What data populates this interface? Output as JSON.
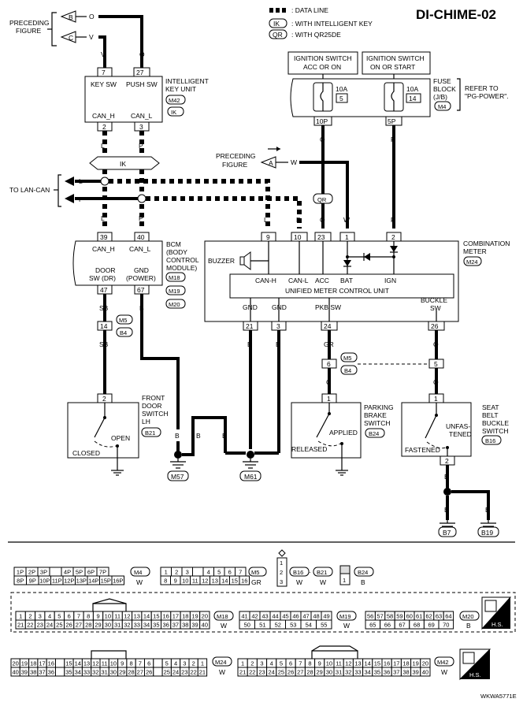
{
  "title": "DI-CHIME-02",
  "legend": {
    "data_line": ": DATA LINE",
    "ik": "IK",
    "ik_text": ": WITH INTELLIGENT KEY",
    "qr": "QR",
    "qr_text": ": WITH QR25DE"
  },
  "preceding_top": {
    "label1": "PRECEDING",
    "label2": "FIGURE",
    "b": "B",
    "b_wire": "O",
    "c": "C",
    "c_wire": "V"
  },
  "iku": {
    "v": "V",
    "o": "O",
    "pin7": "7",
    "pin27": "27",
    "key_sw": "KEY SW",
    "push_sw": "PUSH SW",
    "name1": "INTELLIGENT",
    "name2": "KEY UNIT",
    "conn": "M42",
    "ik": "IK",
    "can_h": "CAN_H",
    "can_l": "CAN_L",
    "pin2": "2",
    "pin3": "3",
    "wire_l": "L",
    "wire_p": "P"
  },
  "lan": {
    "ik": "IK",
    "l": "L",
    "p": "P",
    "to_lan": "TO LAN-CAN",
    "wire_l": "L",
    "wire_p": "P"
  },
  "ign": {
    "acc_1": "IGNITION SWITCH",
    "acc_2": "ACC OR ON",
    "on_1": "IGNITION SWITCH",
    "on_2": "ON OR START",
    "fuse1": "10A",
    "fuse1_no": "5",
    "fuse2": "10A",
    "fuse2_no": "14",
    "fb1": "FUSE",
    "fb2": "BLOCK",
    "fb3": "(J/B)",
    "fb_conn": "M4",
    "refer1": "REFER TO",
    "refer2": "\"PG-POWER\".",
    "pin10p": "10P",
    "pin5p": "5P",
    "wire_o": "O",
    "wire_p": "P",
    "qr": "QR"
  },
  "preceding_mid": {
    "label1": "PRECEDING",
    "label2": "FIGURE",
    "a": "A",
    "w": "W"
  },
  "meter_wires": {
    "l": "L",
    "p": "P",
    "o": "O",
    "w": "W",
    "p2": "P"
  },
  "bcm": {
    "pin39": "39",
    "pin40": "40",
    "can_h": "CAN_H",
    "can_l": "CAN_L",
    "name1": "BCM",
    "name2": "(BODY",
    "name3": "CONTROL",
    "name4": "MODULE)",
    "door1": "DOOR",
    "door2": "SW (DR)",
    "gnd1": "GND",
    "gnd2": "(POWER)",
    "conn1": "M18",
    "conn2": "M19",
    "conn3": "M20",
    "pin47": "47",
    "pin67": "67",
    "wire_sb": "SB",
    "wire_b": "B"
  },
  "meter": {
    "name1": "COMBINATION",
    "name2": "METER",
    "conn": "M24",
    "pin9": "9",
    "pin10": "10",
    "pin23": "23",
    "pin1": "1",
    "pin2": "2",
    "buzzer": "BUZZER",
    "can_h": "CAN-H",
    "can_l": "CAN-L",
    "acc": "ACC",
    "bat": "BAT",
    "ign": "IGN",
    "unit": "UNIFIED METER CONTROL UNIT",
    "gnd_a": "GND",
    "gnd_b": "GND",
    "pkb": "PKB SW",
    "buckle1": "BUCKLE",
    "buckle2": "SW",
    "pin21": "21",
    "pin3": "3",
    "pin24": "24",
    "pin26": "26"
  },
  "jc": {
    "pin14": "14",
    "m5": "M5",
    "b4": "B4",
    "sb": "SB",
    "gr": "GR",
    "pin6": "6",
    "m5b": "M5",
    "b4b": "B4",
    "pin5": "5",
    "g": "G",
    "o": "O",
    "o2": "O"
  },
  "door_switch": {
    "pin": "2",
    "name1": "FRONT",
    "name2": "DOOR",
    "name3": "SWITCH",
    "name4": "LH",
    "conn": "B21",
    "open": "OPEN",
    "closed": "CLOSED"
  },
  "pkb_switch": {
    "pin": "1",
    "name1": "PARKING",
    "name2": "BRAKE",
    "name3": "SWITCH",
    "conn": "B24",
    "applied": "APPLIED",
    "released": "RELEASED"
  },
  "belt_switch": {
    "pin1": "1",
    "pin2": "2",
    "name1": "SEAT",
    "name2": "BELT",
    "name3": "BUCKLE",
    "name4": "SWITCH",
    "conn": "B16",
    "unfast1": "UNFAS-",
    "unfast2": "TENED",
    "fastened": "FASTENED",
    "wire_b": "B",
    "wire_b2": "B",
    "wire_b3": "B"
  },
  "grounds": {
    "m57": "M57",
    "m61": "M61",
    "b7": "B7",
    "b19": "B19",
    "b1": "B",
    "b2": "B",
    "b3": "B",
    "b4": "B",
    "b5": "B"
  },
  "connectors": {
    "m4_row1": [
      "1P",
      "2P",
      "3P",
      "",
      "4P",
      "5P",
      "6P",
      "7P"
    ],
    "m4_row2": [
      "8P",
      "9P",
      "10P",
      "11P",
      "12P",
      "13P",
      "14P",
      "15P",
      "16P"
    ],
    "m4": "M4",
    "m4_color": "W",
    "m5_row1": [
      "1",
      "2",
      "3",
      "",
      "4",
      "5",
      "6",
      "7"
    ],
    "m5_row2": [
      "8",
      "9",
      "10",
      "11",
      "12",
      "13",
      "14",
      "15",
      "16"
    ],
    "m5": "M5",
    "m5_color": "GR",
    "b16_pins": [
      "1",
      "2",
      "3"
    ],
    "b16": "B16",
    "b16_color": "W",
    "b21": "B21",
    "b21_color": "W",
    "b24_pin": "1",
    "b24": "B24",
    "b24_color": "B",
    "m18_row1": [
      "1",
      "2",
      "3",
      "4",
      "5",
      "6",
      "7",
      "8",
      "9",
      "10",
      "11",
      "12",
      "13",
      "14",
      "15",
      "16",
      "17",
      "18",
      "19",
      "20"
    ],
    "m18_row2": [
      "21",
      "22",
      "23",
      "24",
      "25",
      "26",
      "27",
      "28",
      "29",
      "30",
      "31",
      "32",
      "33",
      "34",
      "35",
      "36",
      "37",
      "38",
      "39",
      "40"
    ],
    "m18": "M18",
    "m18_color": "W",
    "m19_row1": [
      "41",
      "42",
      "43",
      "44",
      "45",
      "46",
      "47",
      "48",
      "49"
    ],
    "m19_row2": [
      "50",
      "51",
      "52",
      "53",
      "54",
      "55"
    ],
    "m19": "M19",
    "m19_color": "W",
    "m20_row1": [
      "56",
      "57",
      "58",
      "59",
      "60",
      "61",
      "62",
      "63",
      "64"
    ],
    "m20_row2": [
      "65",
      "66",
      "67",
      "68",
      "69",
      "70"
    ],
    "m20": "M20",
    "m20_color": "B",
    "hs": "H.S.",
    "m24_row1": [
      "20",
      "19",
      "18",
      "17",
      "16",
      "",
      "15",
      "14",
      "13",
      "12",
      "11",
      "10",
      "9",
      "8",
      "7",
      "6",
      "",
      "5",
      "4",
      "3",
      "2",
      "1"
    ],
    "m24_row2": [
      "40",
      "39",
      "38",
      "37",
      "36",
      "",
      "35",
      "34",
      "33",
      "32",
      "31",
      "30",
      "29",
      "28",
      "27",
      "26",
      "",
      "25",
      "24",
      "23",
      "22",
      "21"
    ],
    "m24": "M24",
    "m24_color": "W",
    "m42_row1": [
      "1",
      "2",
      "3",
      "4",
      "5",
      "6",
      "7",
      "8",
      "9",
      "10",
      "11",
      "12",
      "13",
      "14",
      "15",
      "16",
      "17",
      "18",
      "19",
      "20"
    ],
    "m42_row2": [
      "21",
      "22",
      "23",
      "24",
      "25",
      "26",
      "27",
      "28",
      "29",
      "30",
      "31",
      "32",
      "33",
      "34",
      "35",
      "36",
      "37",
      "38",
      "39",
      "40"
    ],
    "m42": "M42",
    "m42_color": "W",
    "hs2": "H.S."
  },
  "footer_code": "WKWA5771E"
}
